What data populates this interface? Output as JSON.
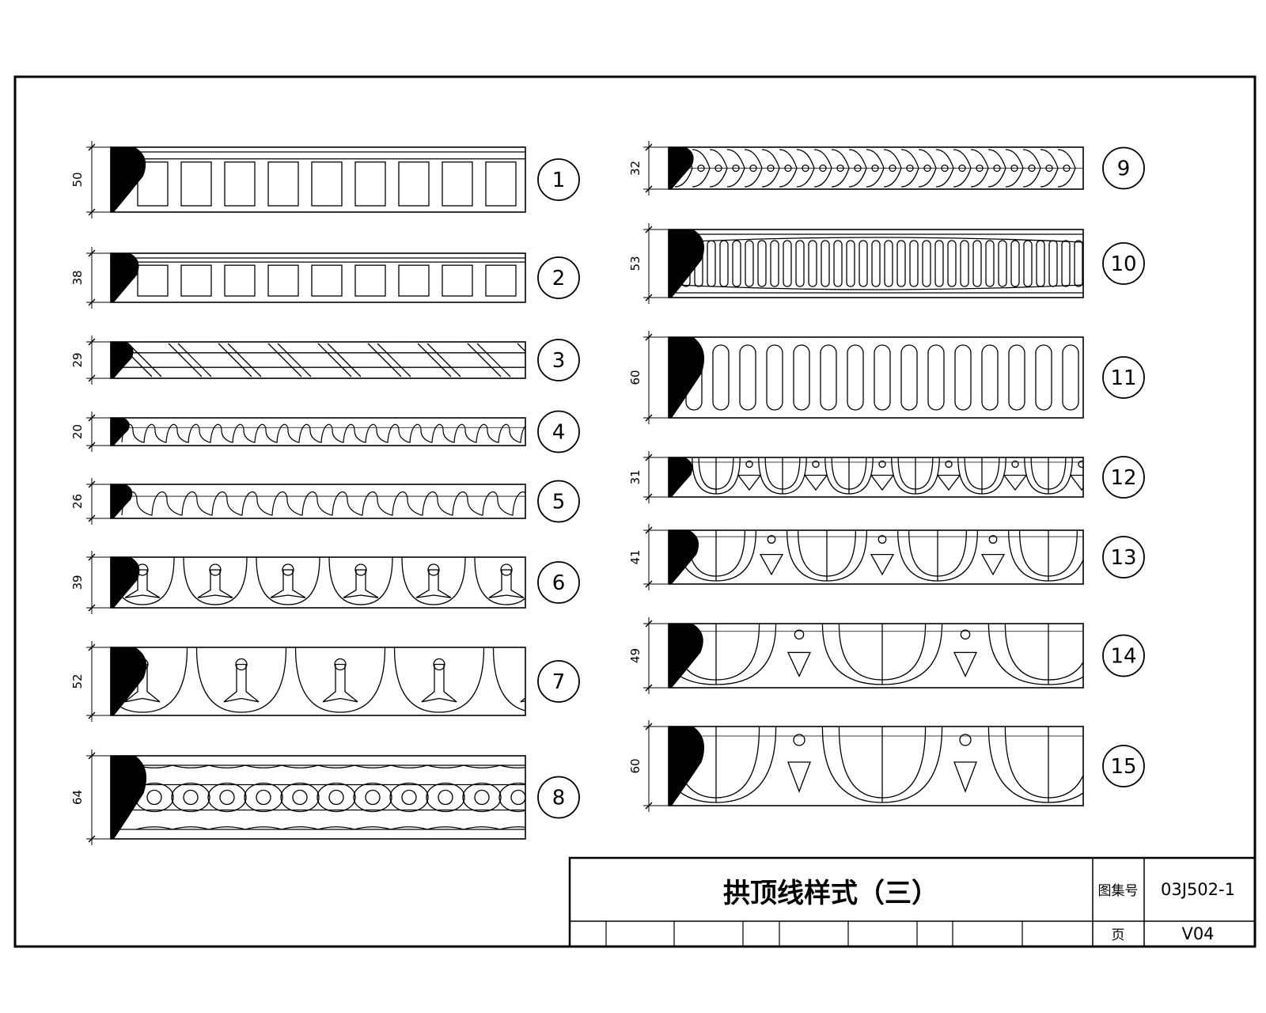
{
  "title_block": {
    "title": "拱顶线样式（三）",
    "atlas_label": "图集号",
    "atlas_no": "03J502-1",
    "page_label": "页",
    "page_no": "V04"
  },
  "left_column": [
    {
      "no": "1",
      "dim": "50",
      "pattern": "block-dentil"
    },
    {
      "no": "2",
      "dim": "38",
      "pattern": "block-dentil"
    },
    {
      "no": "3",
      "dim": "29",
      "pattern": "twisted-rope"
    },
    {
      "no": "4",
      "dim": "20",
      "pattern": "wave-scroll"
    },
    {
      "no": "5",
      "dim": "26",
      "pattern": "wave-scroll"
    },
    {
      "no": "6",
      "dim": "39",
      "pattern": "leaf-and-dart"
    },
    {
      "no": "7",
      "dim": "52",
      "pattern": "leaf-and-dart"
    },
    {
      "no": "8",
      "dim": "64",
      "pattern": "guilloche-leaf"
    }
  ],
  "right_column": [
    {
      "no": "9",
      "dim": "32",
      "pattern": "braid"
    },
    {
      "no": "10",
      "dim": "53",
      "pattern": "fluted-reed"
    },
    {
      "no": "11",
      "dim": "60",
      "pattern": "oval-flute"
    },
    {
      "no": "12",
      "dim": "31",
      "pattern": "egg-and-dart"
    },
    {
      "no": "13",
      "dim": "41",
      "pattern": "egg-and-dart"
    },
    {
      "no": "14",
      "dim": "49",
      "pattern": "egg-and-dart"
    },
    {
      "no": "15",
      "dim": "60",
      "pattern": "egg-and-dart"
    }
  ]
}
